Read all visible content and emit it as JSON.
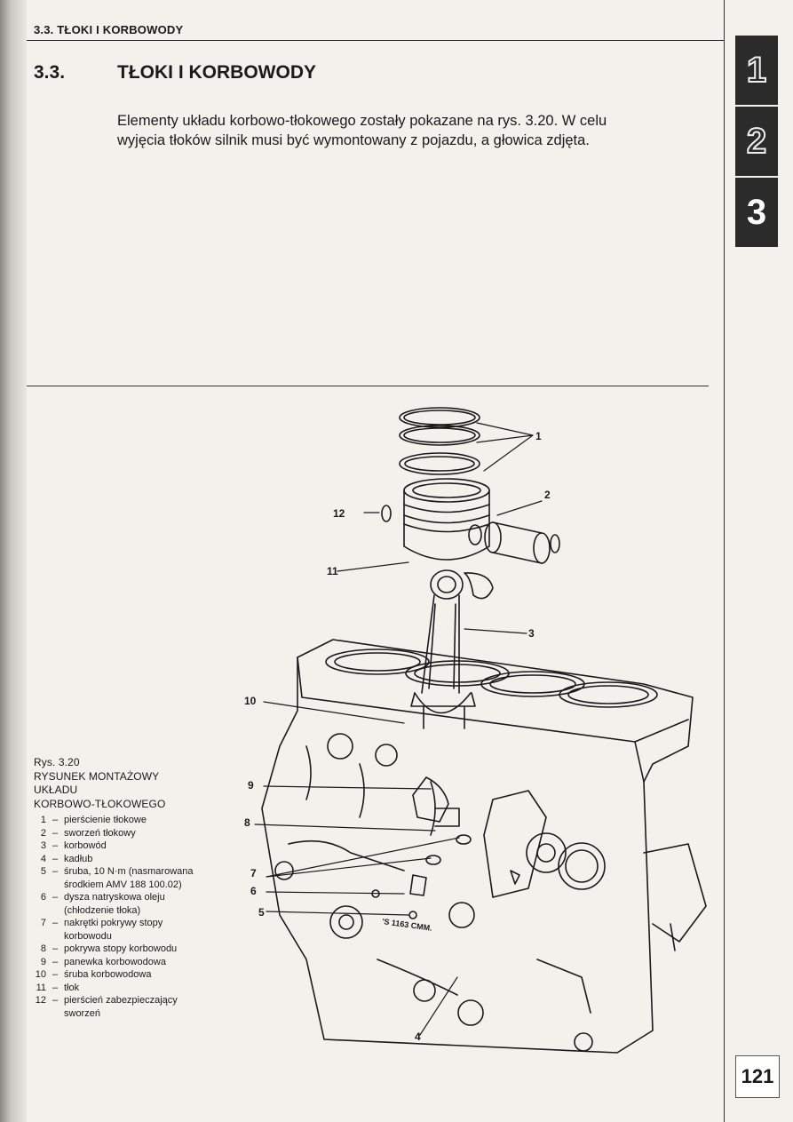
{
  "running_head": "3.3. TŁOKI I KORBOWODY",
  "section": {
    "number": "3.3.",
    "title": "TŁOKI I KORBOWODY"
  },
  "intro_text": "Elementy układu korbowo-tłokowego zostały pokazane na rys. 3.20. W celu wyjęcia tłoków silnik musi być wymontowany z pojazdu, a głowica zdjęta.",
  "chapter_tabs": [
    {
      "label": "1",
      "style": "outline"
    },
    {
      "label": "2",
      "style": "outline"
    },
    {
      "label": "3",
      "style": "active"
    }
  ],
  "page_number": "121",
  "figure": {
    "caption_lines": [
      "Rys. 3.20",
      "RYSUNEK MONTAŻOWY",
      "UKŁADU",
      "KORBOWO-TŁOKOWEGO"
    ],
    "legend": [
      {
        "num": "1",
        "text": "pierścienie tłokowe"
      },
      {
        "num": "2",
        "text": "sworzeń tłokowy"
      },
      {
        "num": "3",
        "text": "korbowód"
      },
      {
        "num": "4",
        "text": "kadłub"
      },
      {
        "num": "5",
        "text": "śruba, 10 N·m (nasmarowana środkiem AMV 188 100.02)"
      },
      {
        "num": "6",
        "text": "dysza natryskowa oleju (chłodzenie tłoka)"
      },
      {
        "num": "7",
        "text": "nakrętki pokrywy stopy korbowodu"
      },
      {
        "num": "8",
        "text": "pokrywa stopy korbowodu"
      },
      {
        "num": "9",
        "text": "panewka korbowodowa"
      },
      {
        "num": "10",
        "text": "śruba korbowodowa"
      },
      {
        "num": "11",
        "text": "tłok"
      },
      {
        "num": "12",
        "text": "pierścień zabezpieczający sworzeń"
      }
    ],
    "callouts": [
      "1",
      "2",
      "3",
      "4",
      "5",
      "6",
      "7",
      "8",
      "9",
      "10",
      "11",
      "12"
    ],
    "block_marking": "'S 1163 CMM."
  }
}
